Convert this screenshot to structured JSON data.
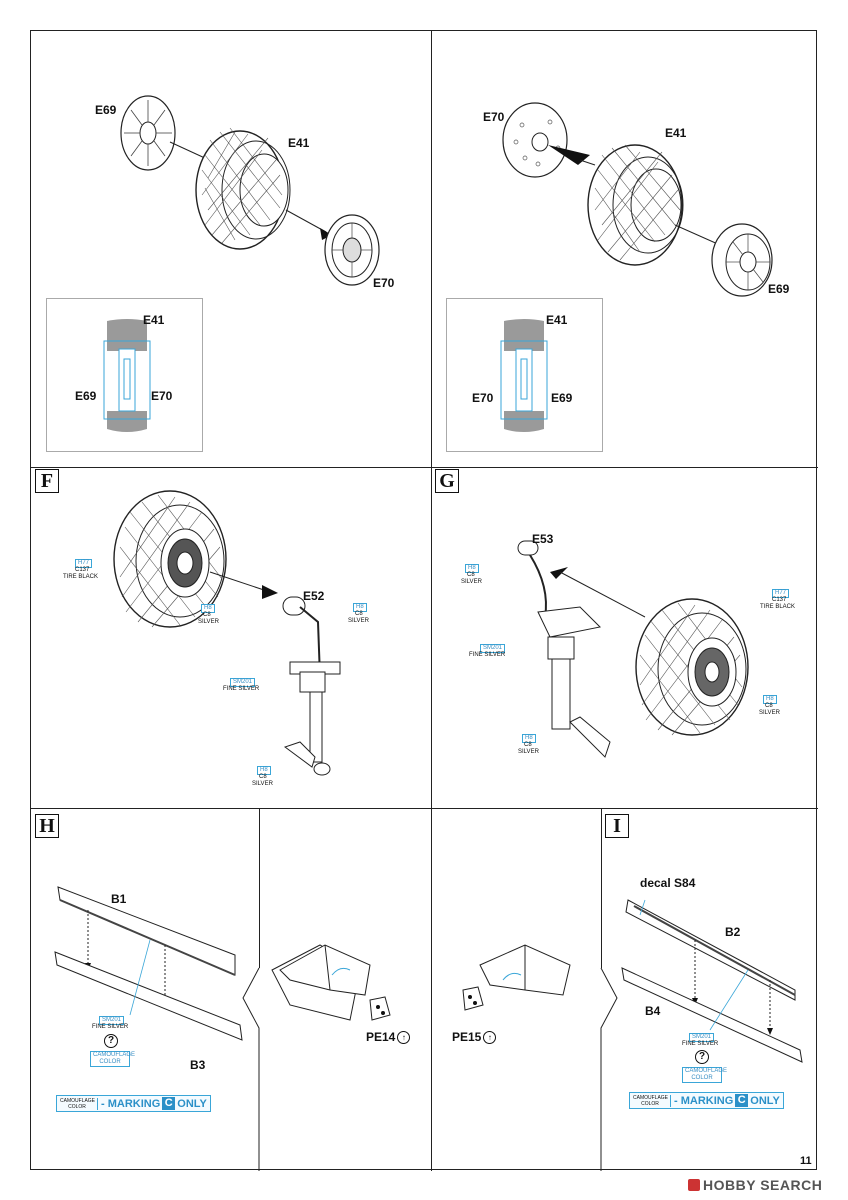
{
  "panels": {
    "top_left": {
      "parts": [
        "E69",
        "E41",
        "E70"
      ],
      "inset": {
        "top": "E41",
        "left": "E69",
        "right": "E70"
      }
    },
    "top_right": {
      "parts": [
        "E70",
        "E41",
        "E69"
      ],
      "inset": {
        "top": "E41",
        "left": "E70",
        "right": "E69"
      }
    },
    "F": {
      "step": "F",
      "part": "E52",
      "colors": [
        {
          "code": "H77",
          "sub": "C137",
          "name": "TIRE BLACK"
        },
        {
          "code": "H8",
          "sub": "C8",
          "name": "SILVER"
        },
        {
          "code": "H8",
          "sub": "C8",
          "name": "SILVER"
        },
        {
          "code": "SM201",
          "sub": "",
          "name": "FINE SILVER"
        },
        {
          "code": "H8",
          "sub": "C8",
          "name": "SILVER"
        }
      ]
    },
    "G": {
      "step": "G",
      "part": "E53",
      "colors": [
        {
          "code": "H8",
          "sub": "C8",
          "name": "SILVER"
        },
        {
          "code": "SM201",
          "sub": "",
          "name": "FINE SILVER"
        },
        {
          "code": "H77",
          "sub": "C137",
          "name": "TIRE BLACK"
        },
        {
          "code": "H8",
          "sub": "C8",
          "name": "SILVER"
        },
        {
          "code": "H8",
          "sub": "C8",
          "name": "SILVER"
        }
      ]
    },
    "H": {
      "step": "H",
      "parts": [
        "B1",
        "B3"
      ],
      "pe": "PE14",
      "paint": {
        "code": "SM201",
        "name": "FINE SILVER"
      },
      "camouflage": "CAMOUFLAGE COLOR",
      "marking": {
        "prefix": "- MARKING",
        "letter": "C",
        "suffix": "ONLY"
      }
    },
    "H2": {
      "pe": "PE15"
    },
    "I": {
      "step": "I",
      "decal": "decal S84",
      "parts": [
        "B2",
        "B4"
      ],
      "paint": {
        "code": "SM201",
        "name": "FINE SILVER"
      },
      "camouflage": "CAMOUFLAGE COLOR",
      "marking": {
        "prefix": "- MARKING",
        "letter": "C",
        "suffix": "ONLY"
      }
    }
  },
  "question_mark": "?",
  "page_number": "11",
  "watermark": "HOBBY SEARCH",
  "colors": {
    "accent": "#2b90c8",
    "cyan_box": "#3aa6d8",
    "tire_gray": "#9a9a9a"
  }
}
